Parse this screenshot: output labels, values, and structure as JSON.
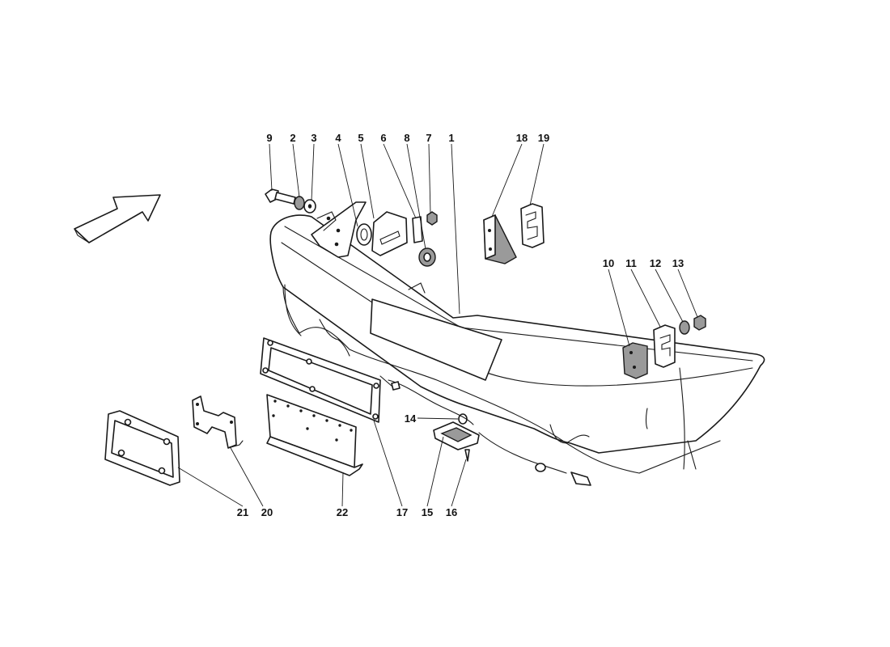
{
  "callouts": {
    "c1": "1",
    "c2": "2",
    "c3": "3",
    "c4": "4",
    "c5": "5",
    "c6": "6",
    "c7": "7",
    "c8": "8",
    "c9": "9",
    "c10": "10",
    "c11": "11",
    "c12": "12",
    "c13": "13",
    "c14": "14",
    "c15": "15",
    "c16": "16",
    "c17": "17",
    "c18": "18",
    "c19": "19",
    "c20": "20",
    "c21": "21",
    "c22": "22"
  },
  "icons": {
    "direction": "arrow-icon"
  }
}
